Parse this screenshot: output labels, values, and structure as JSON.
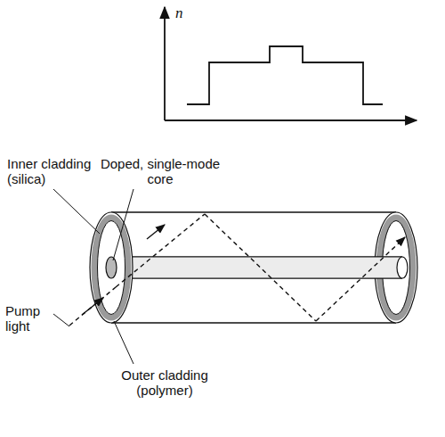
{
  "diagram": {
    "labels": [
      "n",
      "Doped, single-mode core",
      "Inner cladding (silica)",
      "Pump light",
      "Outer cladding (polymer)"
    ]
  }
}
